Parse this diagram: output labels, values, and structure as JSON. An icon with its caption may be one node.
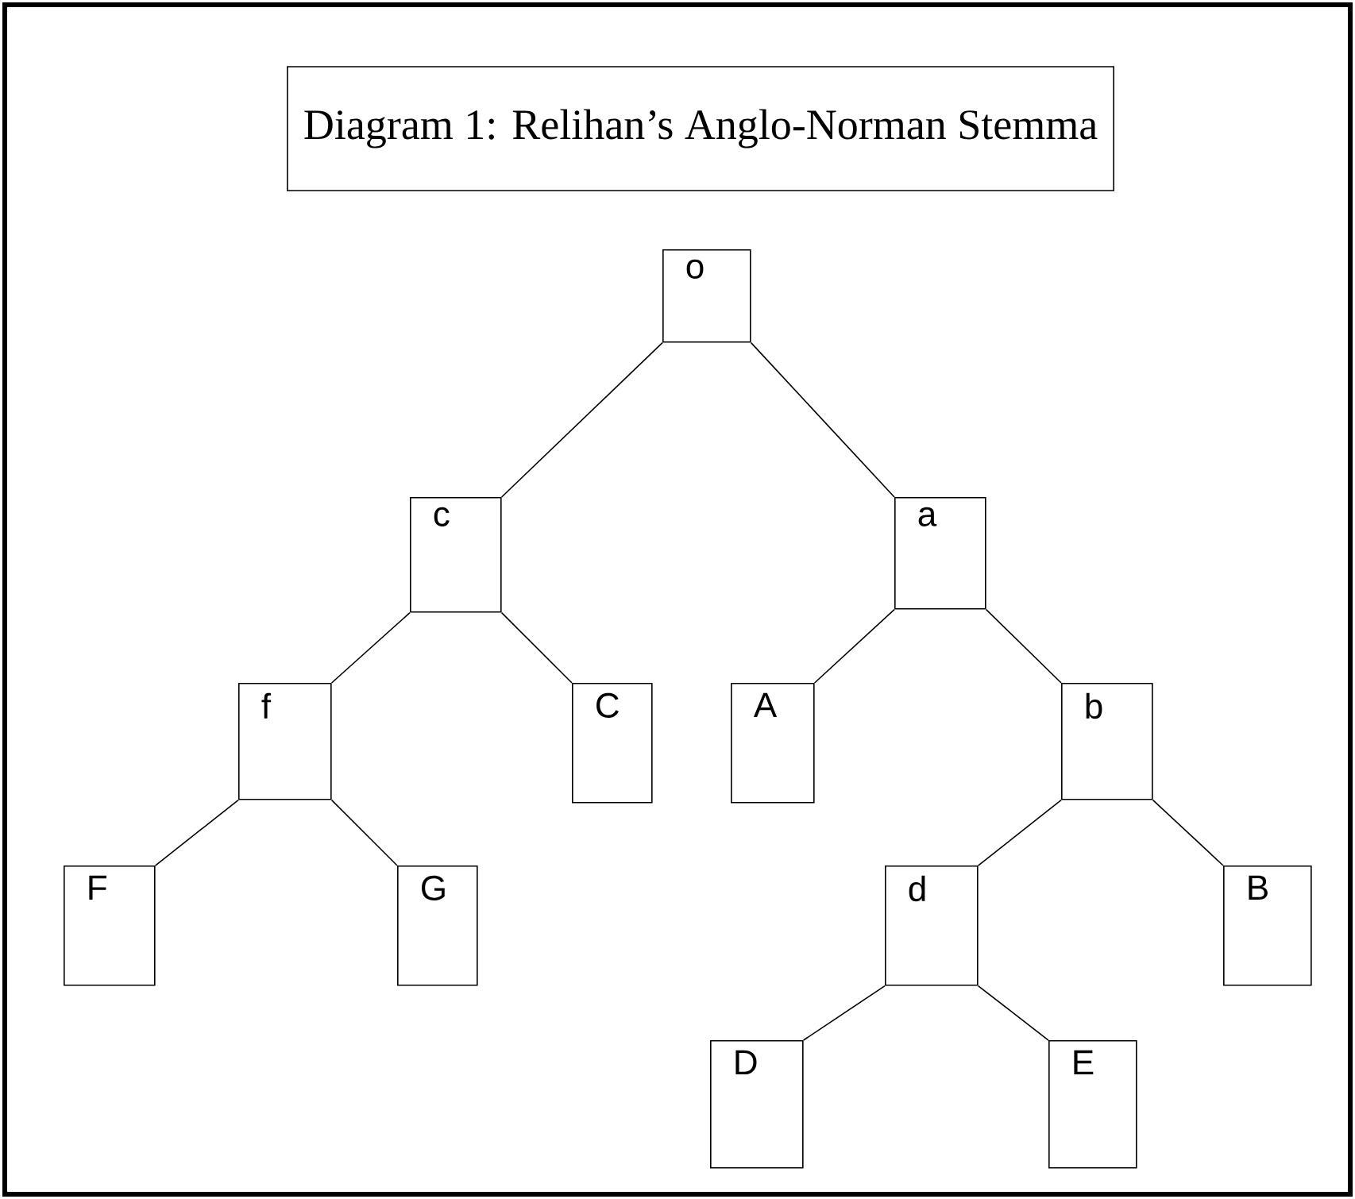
{
  "diagram": {
    "title": "Diagram 1: Relihan’s Anglo-Norman Stemma",
    "nodes": [
      {
        "text": [
          "o"
        ]
      },
      {
        "text": [
          "c"
        ]
      },
      {
        "text": [
          "a"
        ]
      },
      {
        "text": [
          "f"
        ]
      },
      {
        "text": [
          "C"
        ]
      },
      {
        "text": [
          "A"
        ]
      },
      {
        "text": [
          "b"
        ]
      },
      {
        "text": [
          "F"
        ]
      },
      {
        "text": [
          "G"
        ]
      },
      {
        "text": [
          "d"
        ]
      },
      {
        "text": [
          "B"
        ]
      },
      {
        "text": [
          "D"
        ]
      },
      {
        "text": [
          "E"
        ]
      }
    ],
    "edges": [
      {
        "from": 0,
        "to": 1,
        "arrow": "none"
      },
      {
        "from": 0,
        "to": 2,
        "arrow": "none"
      },
      {
        "from": 1,
        "to": 3,
        "arrow": "none"
      },
      {
        "from": 1,
        "to": 4,
        "arrow": "none"
      },
      {
        "from": 2,
        "to": 5,
        "arrow": "none"
      },
      {
        "from": 2,
        "to": 6,
        "arrow": "none"
      },
      {
        "from": 3,
        "to": 7,
        "arrow": "none"
      },
      {
        "from": 3,
        "to": 8,
        "arrow": "none"
      },
      {
        "from": 6,
        "to": 9,
        "arrow": "none"
      },
      {
        "from": 6,
        "to": 10,
        "arrow": "none"
      },
      {
        "from": 9,
        "to": 11,
        "arrow": "none"
      },
      {
        "from": 9,
        "to": 12,
        "arrow": "none"
      }
    ]
  }
}
